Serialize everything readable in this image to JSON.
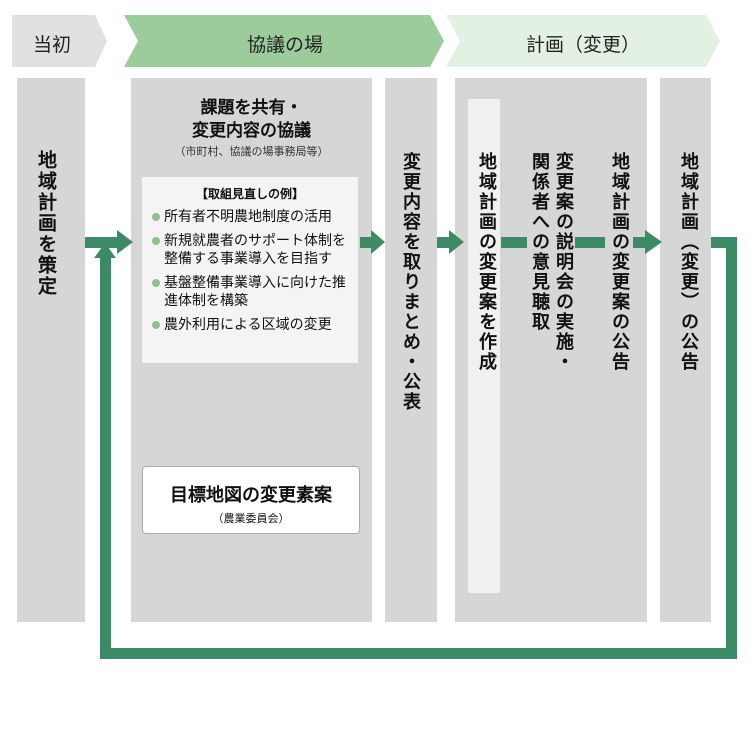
{
  "header": {
    "stage1": "当初",
    "stage2": "協議の場",
    "stage3": "計画（変更）"
  },
  "columns": {
    "initial": "地域計画を策定",
    "discussion_title_line1": "課題を共有・",
    "discussion_title_line2": "変更内容の協議",
    "discussion_sub": "（市町村、協議の場事務局等）",
    "examples_title": "【取組見直しの例】",
    "examples": [
      "所有者不明農地制度の活用",
      "新規就農者のサポート体制を整備する事業導入を目指す",
      "基盤整備事業導入に向けた推進体制を構築",
      "農外利用による区域の変更"
    ],
    "map_title": "目標地図の変更素案",
    "map_sub": "（農業委員会）",
    "summary": "変更内容を取りまとめ・公表",
    "draft": "地域計画の変更案を作成",
    "hearing": "変更案の説明会の実施・関係者への意見聴取",
    "draft_notice": "地域計画の変更案の公告",
    "final_notice": "地域計画（変更）の公告"
  },
  "colors": {
    "accent": "#3d8a66",
    "header_green": "#9ccc9c",
    "header_light": "#e3f1e3",
    "header_gray": "#e0e0e0",
    "box_gray": "#d6d6d6"
  }
}
